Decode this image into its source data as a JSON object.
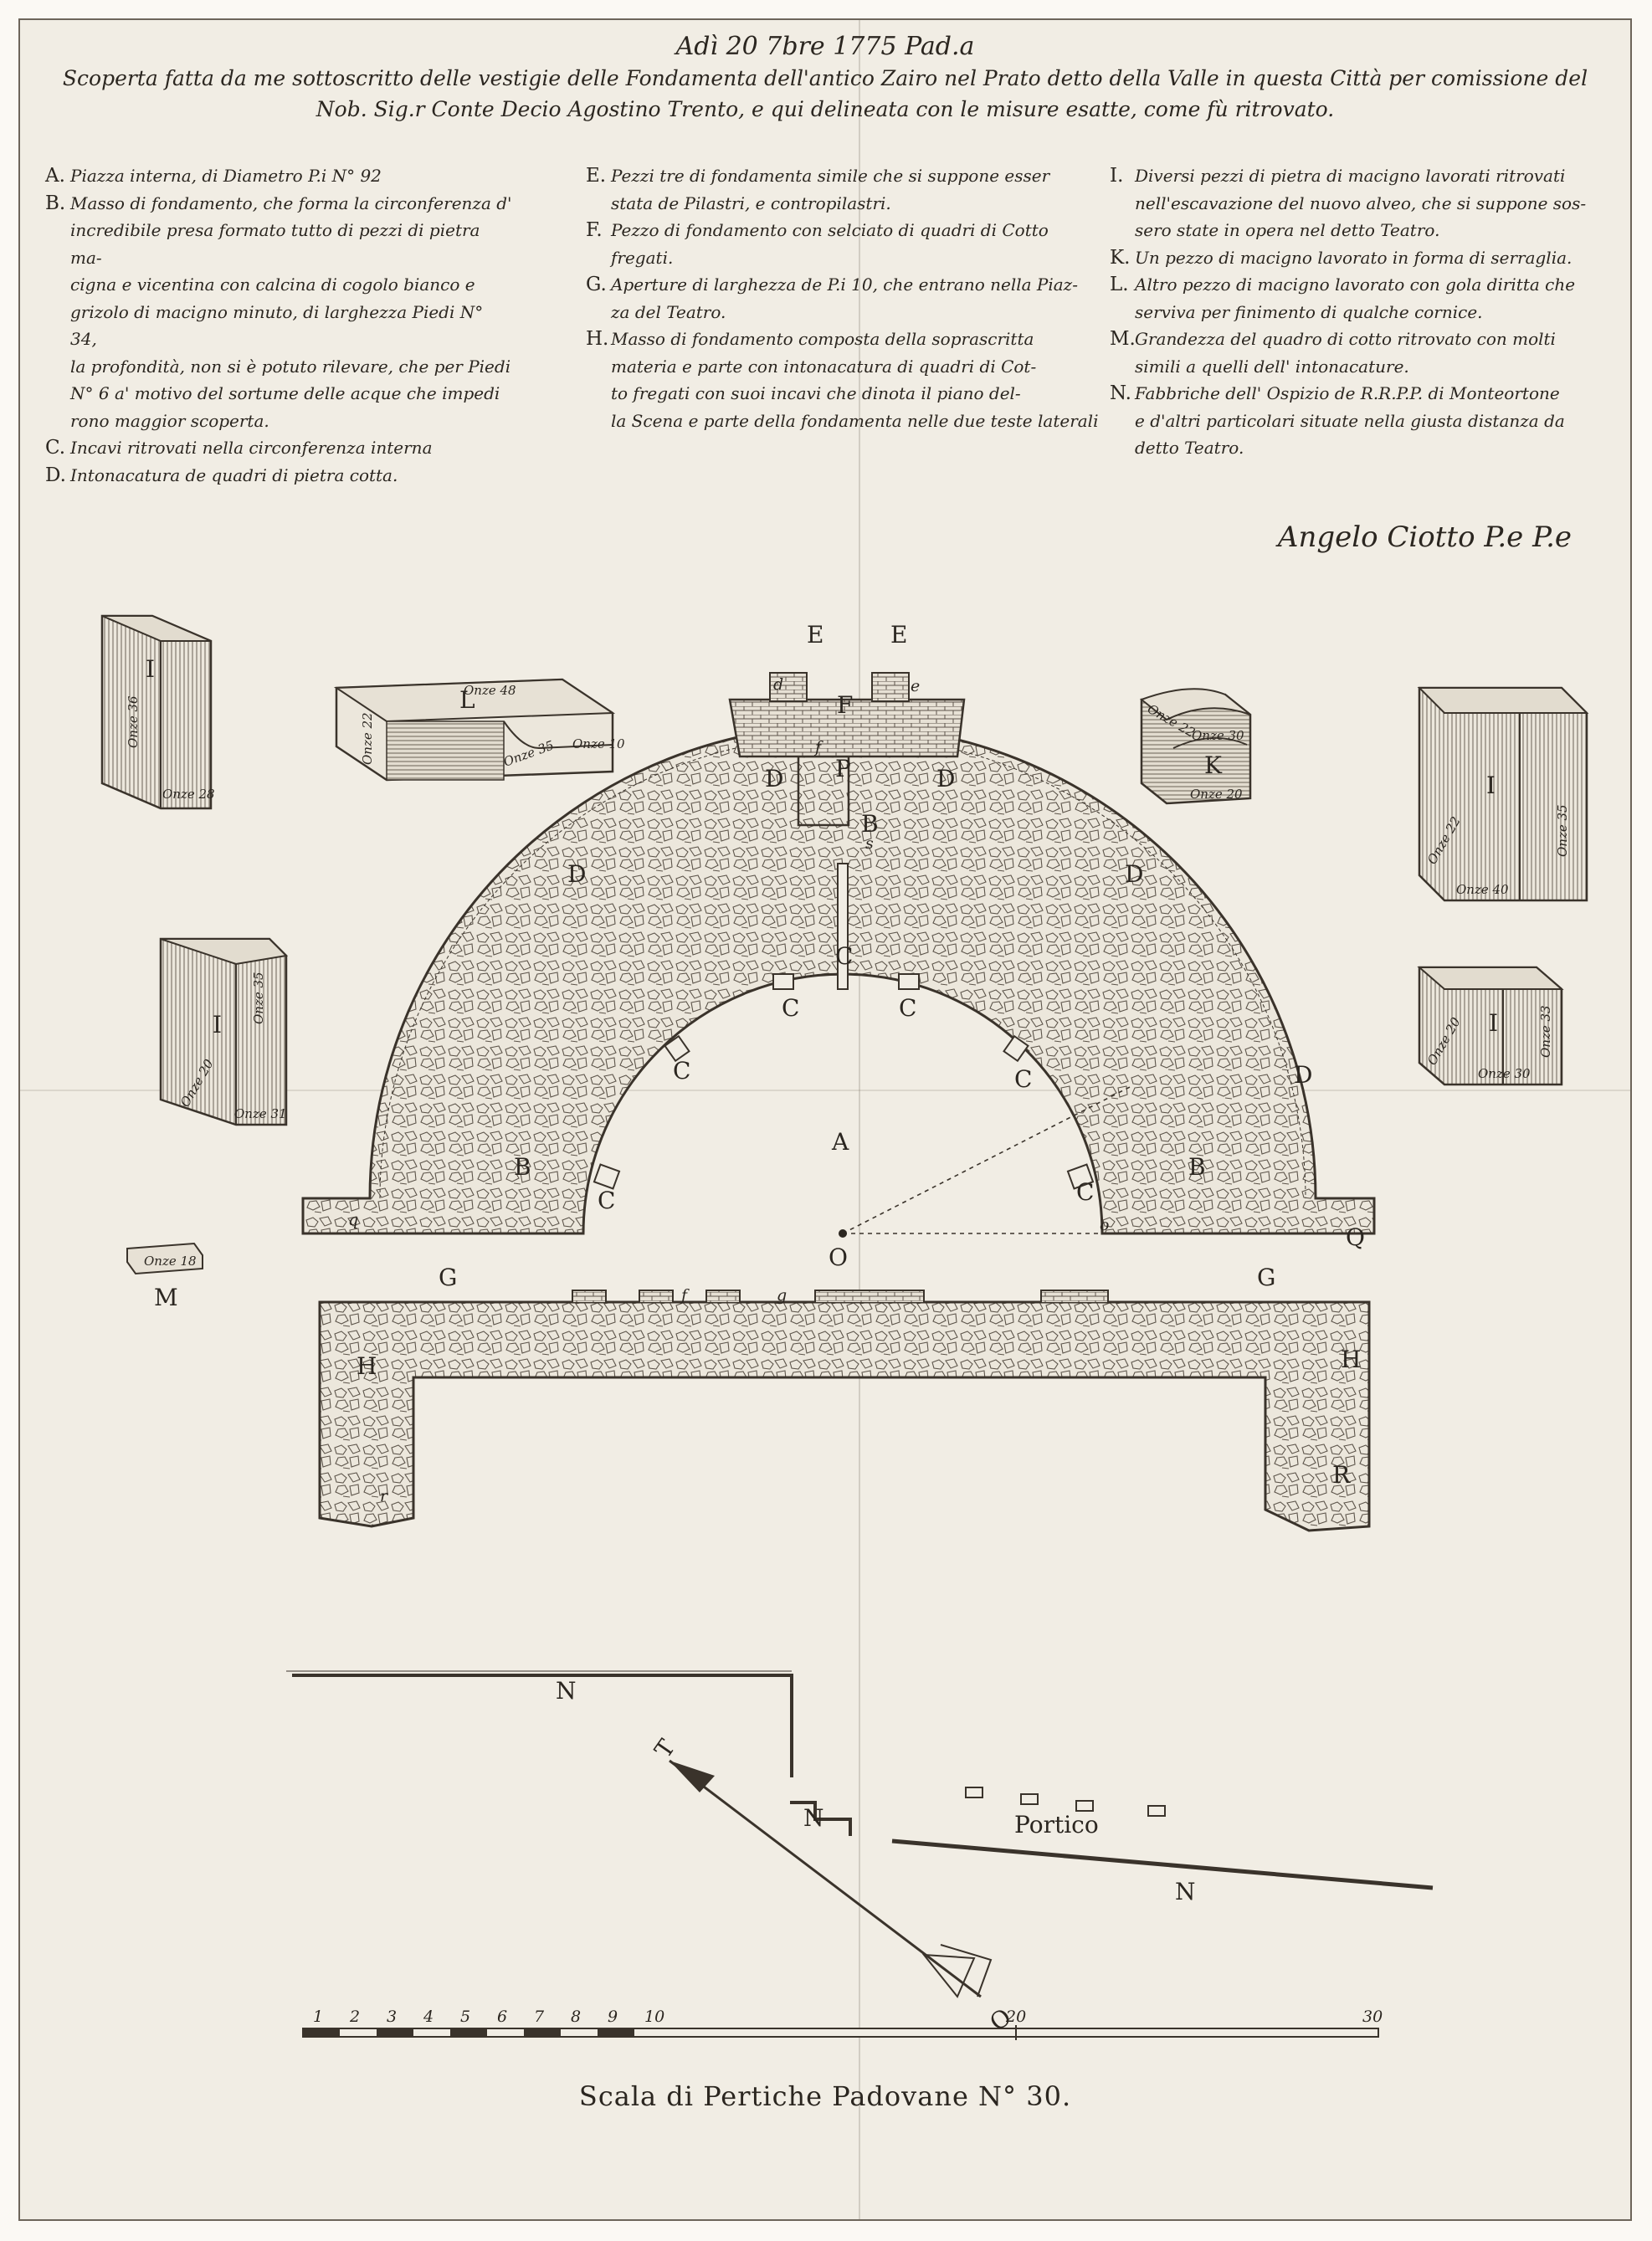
{
  "header": {
    "date": "Adì 20 7bre 1775 Pad.a",
    "line1": "Scoperta fatta da me sottoscritto delle vestigie delle Fondamenta dell'antico Zairo nel Prato detto della Valle in questa Città per comissione del",
    "line2": "Nob. Sig.r Conte Decio Agostino Trento, e qui delineata con le misure esatte, come fù ritrovato."
  },
  "legend": {
    "col1": [
      {
        "letter": "A.",
        "lines": [
          "Piazza interna, di Diametro P.i N° 92"
        ]
      },
      {
        "letter": "B.",
        "lines": [
          "Masso di fondamento, che forma la circonferenza d'",
          "incredibile presa formato tutto di pezzi di pietra ma-",
          "cigna e vicentina con calcina di cogolo bianco e",
          "grizolo di macigno minuto, di larghezza Piedi N° 34,",
          "la profondità, non si è potuto rilevare, che per Piedi",
          "N° 6 a' motivo del sortume delle acque che impedi",
          "rono maggior scoperta."
        ]
      },
      {
        "letter": "C.",
        "lines": [
          "Incavi ritrovati nella circonferenza interna"
        ]
      },
      {
        "letter": "D.",
        "lines": [
          "Intonacatura de quadri di pietra cotta."
        ]
      }
    ],
    "col2": [
      {
        "letter": "E.",
        "lines": [
          "Pezzi tre di fondamenta simile che si suppone esser",
          "stata de Pilastri, e contropilastri."
        ]
      },
      {
        "letter": "F.",
        "lines": [
          "Pezzo di fondamento con selciato di quadri di Cotto",
          "fregati."
        ]
      },
      {
        "letter": "G.",
        "lines": [
          "Aperture di larghezza de P.i 10, che entrano nella Piaz-",
          "za del Teatro."
        ]
      },
      {
        "letter": "H.",
        "lines": [
          "Masso di fondamento composta della soprascritta",
          "materia e parte con intonacatura di quadri di Cot-",
          "to fregati con suoi incavi che dinota il piano del-",
          "la Scena e parte della fondamenta nelle due teste laterali"
        ]
      }
    ],
    "col3": [
      {
        "letter": "I.",
        "lines": [
          "Diversi pezzi di pietra di macigno lavorati ritrovati",
          "nell'escavazione del nuovo alveo, che si suppone sos-",
          "sero state in opera nel detto Teatro."
        ]
      },
      {
        "letter": "K.",
        "lines": [
          "Un pezzo di macigno lavorato in forma di serraglia."
        ]
      },
      {
        "letter": "L.",
        "lines": [
          "Altro pezzo di macigno lavorato con gola diritta che",
          "serviva per finimento di qualche cornice."
        ]
      },
      {
        "letter": "M.",
        "lines": [
          "Grandezza del quadro di cotto ritrovato con molti",
          "simili a quelli dell' intonacature."
        ]
      },
      {
        "letter": "N.",
        "lines": [
          "Fabbriche dell' Ospizio de R.R.P.P. di Monteortone",
          "e d'altri particolari situate nella giusta distanza da",
          "detto Teatro."
        ]
      }
    ]
  },
  "signature": "Angelo Ciotto P.e P.e",
  "plan_labels": {
    "A": "A",
    "B": "B",
    "C": "C",
    "D": "D",
    "E": "E",
    "F": "F",
    "G": "G",
    "H": "H",
    "I": "I",
    "K": "K",
    "L": "L",
    "M": "M",
    "N": "N",
    "O": "O",
    "P": "P",
    "Q": "Q",
    "R": "R",
    "d": "d",
    "e": "e",
    "f": "f",
    "g": "g",
    "s": "s",
    "r": "r",
    "q": "q",
    "o": "o",
    "portico": "Portico",
    "arrow_tail": "O",
    "arrow_head": "T"
  },
  "block_measures": {
    "i1_side": "Onze 36",
    "i1_base": "Onze 28",
    "l_top": "Onze 48",
    "l_front": "Onze 35",
    "l_side": "Onze 22",
    "l_end": "Onze 10",
    "k_top": "Onze 22",
    "k_mid": "Onze 30",
    "k_base": "Onze 20",
    "i2_side": "Onze 35",
    "i2_base": "Onze 40",
    "i2_small": "Onze 22",
    "i3_side": "Onze 35",
    "i3_base": "Onze 31",
    "i3_small": "Onze 20",
    "i4_side": "Onze 33",
    "i4_base": "Onze 30",
    "i4_small": "Onze 20",
    "m": "Onze 18"
  },
  "scale": {
    "title": "Scala di Pertiche Padovane N° 30.",
    "ticks": [
      "1",
      "2",
      "3",
      "4",
      "5",
      "6",
      "7",
      "8",
      "9",
      "10",
      "20",
      "30"
    ]
  }
}
